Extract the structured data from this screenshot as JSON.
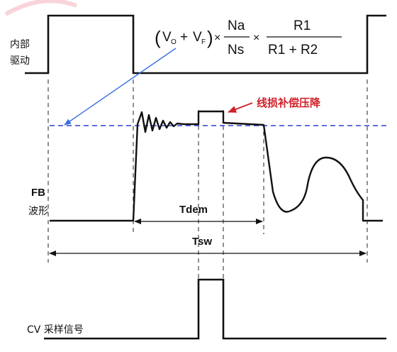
{
  "labels": {
    "internal_drive_line1": "内部",
    "internal_drive_line2": "驱动",
    "fb_line1": "FB",
    "fb_line2": "波形",
    "tdem": "Tdem",
    "tsw": "Tsw",
    "cv_sampling": "CV 采样信号",
    "line_loss_compensation": "线损补偿压降"
  },
  "formula": {
    "open_paren": "(",
    "vo": "V",
    "vo_sub": "O",
    "plus": "+",
    "vf": "V",
    "vf_sub": "F",
    "close_paren": ")",
    "times1": "×",
    "na": "Na",
    "ns": "Ns",
    "times2": "×",
    "r1": "R1",
    "r1_plus_r2": "R1 + R2"
  },
  "colors": {
    "waveform": "#111111",
    "reference_line": "#2b3fd6",
    "pointer_arrow": "#3a6fe0",
    "annotation": "#d1202a",
    "dashed_guides": "#222222"
  }
}
